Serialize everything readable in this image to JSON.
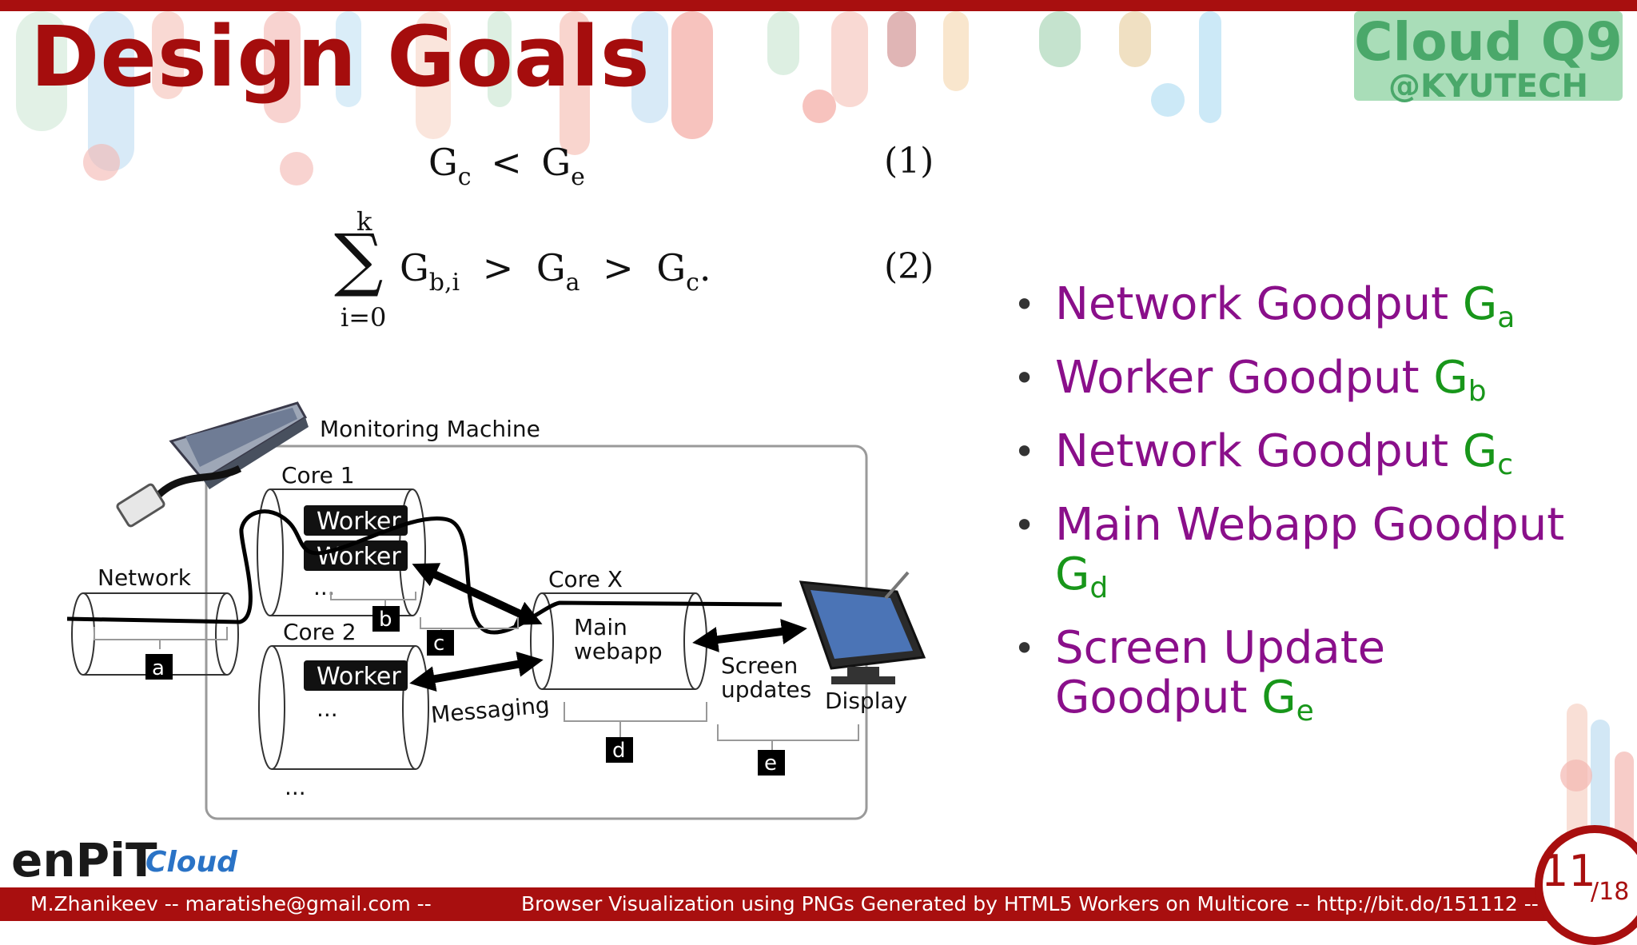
{
  "slide": {
    "title": "Design Goals",
    "logo": {
      "main": "Cloud Q9",
      "sub": "@KYUTECH"
    },
    "accent_color": "#a80f0f",
    "term_color": "#8a0f8a",
    "symbol_color": "#18961a"
  },
  "equations": {
    "eq1": {
      "lhs": "G",
      "lhs_sub": "c",
      "op": "<",
      "rhs": "G",
      "rhs_sub": "e",
      "number": "(1)"
    },
    "eq2": {
      "sum_upper": "k",
      "sum_lower": "i=0",
      "t1": "G",
      "t1_sub": "b,i",
      "op1": ">",
      "t2": "G",
      "t2_sub": "a",
      "op2": ">",
      "t3": "G",
      "t3_sub": "c",
      "end": ".",
      "number": "(2)"
    }
  },
  "bullets": [
    {
      "text": "Network Goodput ",
      "sym": "G",
      "sub": "a"
    },
    {
      "text": "Worker Goodput ",
      "sym": "G",
      "sub": "b"
    },
    {
      "text": "Network Goodput ",
      "sym": "G",
      "sub": "c"
    },
    {
      "text": "Main Webapp Goodput ",
      "sym": "G",
      "sub": "d"
    },
    {
      "text": "Screen Update Goodput ",
      "sym": "G",
      "sub": "e"
    }
  ],
  "diagram": {
    "monitoring_machine": "Monitoring Machine",
    "network": "Network",
    "core1": "Core 1",
    "core2": "Core 2",
    "corex": "Core X",
    "worker": "Worker",
    "ellipsis": "...",
    "main": "Main",
    "webapp": "webapp",
    "screen": "Screen",
    "updates": "updates",
    "display": "Display",
    "messaging": "Messaging",
    "labels": {
      "a": "a",
      "b": "b",
      "c": "c",
      "d": "d",
      "e": "e"
    }
  },
  "footer": {
    "left": "M.Zhanikeev -- maratishe@gmail.com --",
    "right": "Browser Visualization using PNGs Generated by HTML5 Workers on Multicore -- http://bit.do/151112 ---",
    "page": "11",
    "total": "/18",
    "brand": "enPiT",
    "brand_cloud": "Cloud"
  }
}
